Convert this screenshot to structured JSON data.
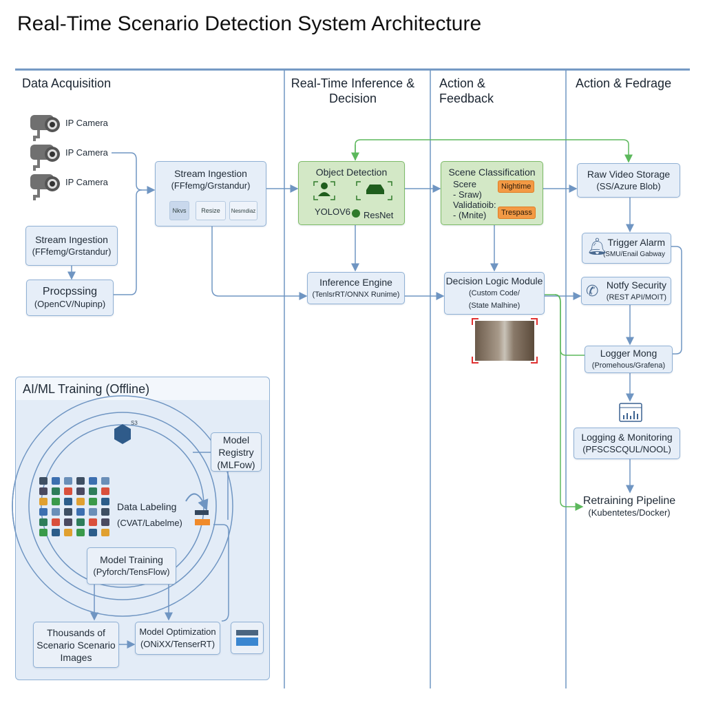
{
  "title": "Real-Time Scenario Detection System Architecture",
  "columns": [
    "Data Acquisition",
    "Real-Time Inference & Decision",
    "Action & Feedback",
    "Action & Fedrage"
  ],
  "cameras": [
    "IP Camera",
    "IP Camera",
    "IP Camera"
  ],
  "stream_ingestion_left": {
    "title": "Stream Ingestion",
    "sub": "(FFfemg/Grstandur)"
  },
  "processing": {
    "title": "Procpssing",
    "sub": "(OpenCV/Nupinp)"
  },
  "stream_ingestion_main": {
    "title": "Stream Ingestion",
    "sub": "(FFfemg/Grstandur)",
    "steps": [
      "Nkvs",
      "Resize",
      "Nesmdiaz"
    ]
  },
  "object_detection": {
    "title": "Object Detection",
    "model1": "YOLOV6",
    "model2": "ResNet"
  },
  "scene_classification": {
    "title": "Scene Classification",
    "line1": "Scere",
    "line2": "- Sraw)",
    "line3": "Validatioib:",
    "line4": "- (Mnite)",
    "badge1": "Nightime",
    "badge2": "Trespass"
  },
  "inference_engine": {
    "title": "Inference Engine",
    "sub": "(TenlsrRT/ONNX Runime)"
  },
  "decision_logic": {
    "title": "Decision Logic Module",
    "sub1": "(Custom Code/",
    "sub2": "(State Malhine)"
  },
  "raw_video_storage": {
    "title": "Raw Video Storage",
    "sub": "(SS/Azure Blob)"
  },
  "trigger_alarm": {
    "title": "Trigger Alarm",
    "sub": "(SMU/Enail Gabway"
  },
  "notify_security": {
    "title": "Notfy Security",
    "sub": "(REST API/MOIT)"
  },
  "logger": {
    "title": "Logger Mong",
    "sub": "(Promehous/Grafena)"
  },
  "logging_monitoring": {
    "title": "Logging & Monitoring",
    "sub": "(PFSCSCQUL/NOOL)"
  },
  "retraining": {
    "title": "Retraining Pipeline",
    "sub": "(Kubentetes/Docker)"
  },
  "training_panel": {
    "title": "AI/ML Training (Offline)",
    "registry": [
      "Model",
      "Registry",
      "(MLFow)"
    ],
    "labeling": {
      "title": "Data Labeling",
      "sub": "(CVAT/Labelme)"
    },
    "training": {
      "title": "Model Training",
      "sub": "(Pyforch/TensFlow)"
    },
    "images": [
      "Thousands of",
      "Scenario Scenario",
      "Images"
    ],
    "optimization": {
      "title": "Model Optimization",
      "sub": "(ONiXX/TenserRT)"
    },
    "s3_label": "S3"
  },
  "colors": {
    "line": "#6f95c2",
    "green_line": "#5cb85c",
    "box": "#e6eef8",
    "green_box": "#d3e8c6",
    "badge": "#f39a45"
  }
}
